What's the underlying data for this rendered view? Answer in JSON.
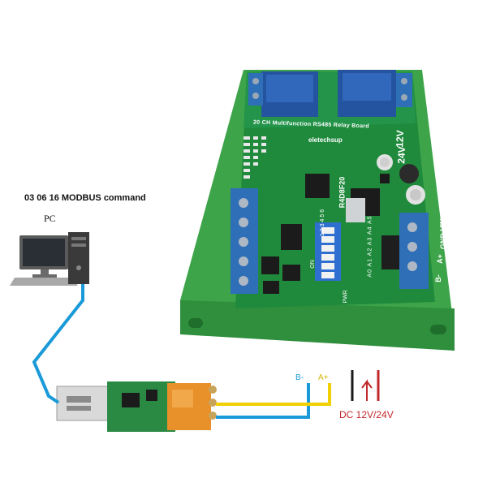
{
  "captions": {
    "command": "03 06 16 MODBUS command",
    "pc": "PC"
  },
  "board": {
    "title": "20 CH Multifunction RS485 Relay Board",
    "brand": "eletechsup",
    "chip": "R4D8F20",
    "voltage_12": "12V",
    "voltage_24": "24V",
    "dip_on": "ON",
    "dip_numbers": "123456",
    "address_pins": "A0 A1 A2 A3 A4 A5",
    "power": "PWR",
    "terminal_vin": "VIN",
    "terminal_gnd": "GND",
    "terminal_aplus": "A+",
    "terminal_bminus": "B-"
  },
  "wires": {
    "b_minus": "B-",
    "a_plus": "A+",
    "power_supply": "DC 12V/24V"
  },
  "colors": {
    "pcb_green": "#1f8a3c",
    "rail_green": "#3ea44a",
    "terminal_blue": "#2e6fb8",
    "relay_blue": "#2453a0",
    "wire_blue": "#1a9ad8",
    "wire_yellow": "#f0d000",
    "wire_red": "#c0292b",
    "adapter_orange": "#e8902a"
  }
}
